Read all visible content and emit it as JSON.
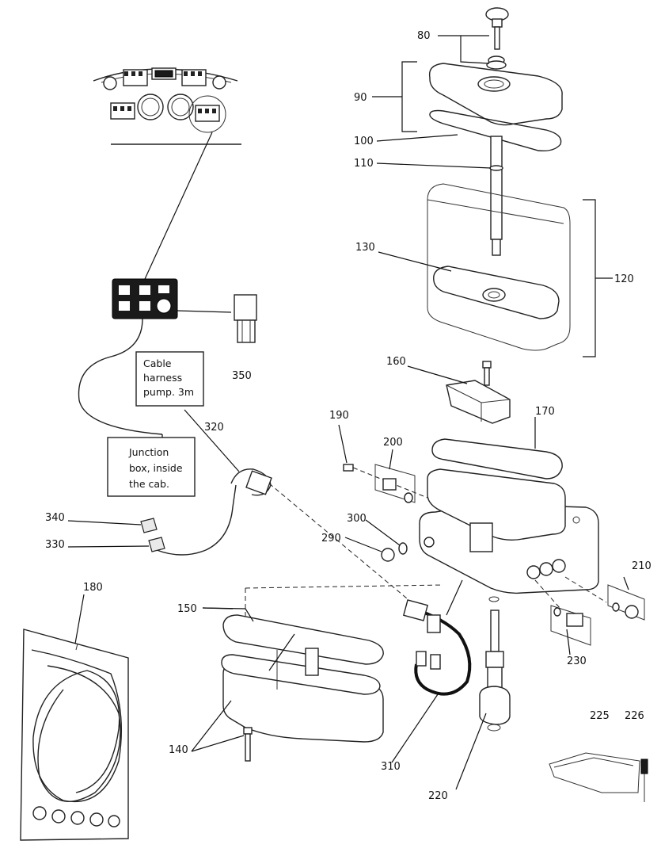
{
  "callouts": {
    "c80": "80",
    "c90": "90",
    "c100": "100",
    "c110": "110",
    "c120": "120",
    "c130": "130",
    "c160": "160",
    "c170": "170",
    "c190": "190",
    "c200": "200",
    "c290": "290",
    "c300": "300",
    "c320": "320",
    "c350": "350",
    "c340": "340",
    "c330": "330",
    "c180": "180",
    "c150": "150",
    "c140": "140",
    "c310": "310",
    "c220": "220",
    "c230": "230",
    "c210": "210",
    "c225": "225",
    "c226": "226"
  },
  "notes": {
    "cable": [
      "Cable",
      "harness",
      "pump. 3m"
    ],
    "junction": [
      "Junction",
      "box, inside",
      "the cab."
    ]
  }
}
